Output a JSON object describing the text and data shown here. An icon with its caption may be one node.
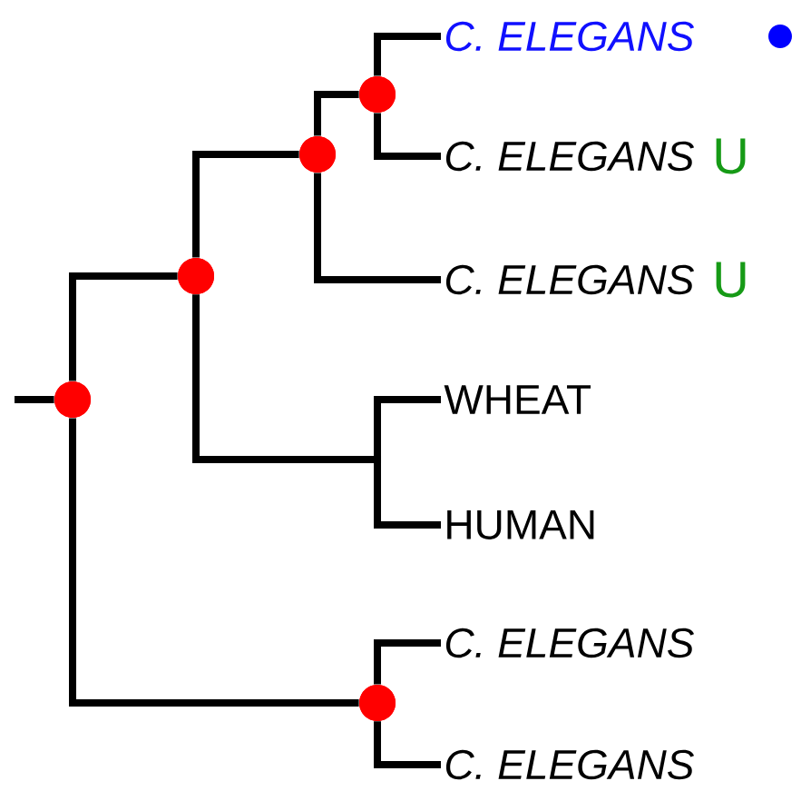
{
  "diagram": {
    "nodes": [
      {
        "text": [],
        "shape": "circle"
      },
      {
        "text": [],
        "shape": "circle"
      },
      {
        "text": [],
        "shape": "circle"
      },
      {
        "text": [],
        "shape": "circle"
      },
      {
        "text": [
          "C. ELEGANS"
        ]
      },
      {
        "text": [
          "C. ELEGANS"
        ],
        "beside": [
          "U"
        ]
      },
      {
        "text": [
          "C. ELEGANS"
        ],
        "beside": [
          "U"
        ]
      },
      {
        "text": [
          "WHEAT"
        ]
      },
      {
        "text": [
          "HUMAN"
        ]
      },
      {
        "text": [],
        "shape": "circle"
      },
      {
        "text": [
          "C. ELEGANS"
        ]
      },
      {
        "text": [
          "C. ELEGANS"
        ]
      }
    ],
    "edges": [
      {
        "from": null,
        "to": 0,
        "arrow": "none"
      },
      {
        "from": 0,
        "to": 1,
        "arrow": "none"
      },
      {
        "from": 0,
        "to": 9,
        "arrow": "none"
      },
      {
        "from": 1,
        "to": 2,
        "arrow": "none"
      },
      {
        "from": 1,
        "to": 7,
        "arrow": "none"
      },
      {
        "from": 1,
        "to": 8,
        "arrow": "none"
      },
      {
        "from": 2,
        "to": 3,
        "arrow": "none"
      },
      {
        "from": 2,
        "to": 6,
        "arrow": "none"
      },
      {
        "from": 3,
        "to": 4,
        "arrow": "none"
      },
      {
        "from": 3,
        "to": 5,
        "arrow": "none"
      },
      {
        "from": 9,
        "to": 10,
        "arrow": "none"
      },
      {
        "from": 9,
        "to": 11,
        "arrow": "none"
      }
    ]
  }
}
